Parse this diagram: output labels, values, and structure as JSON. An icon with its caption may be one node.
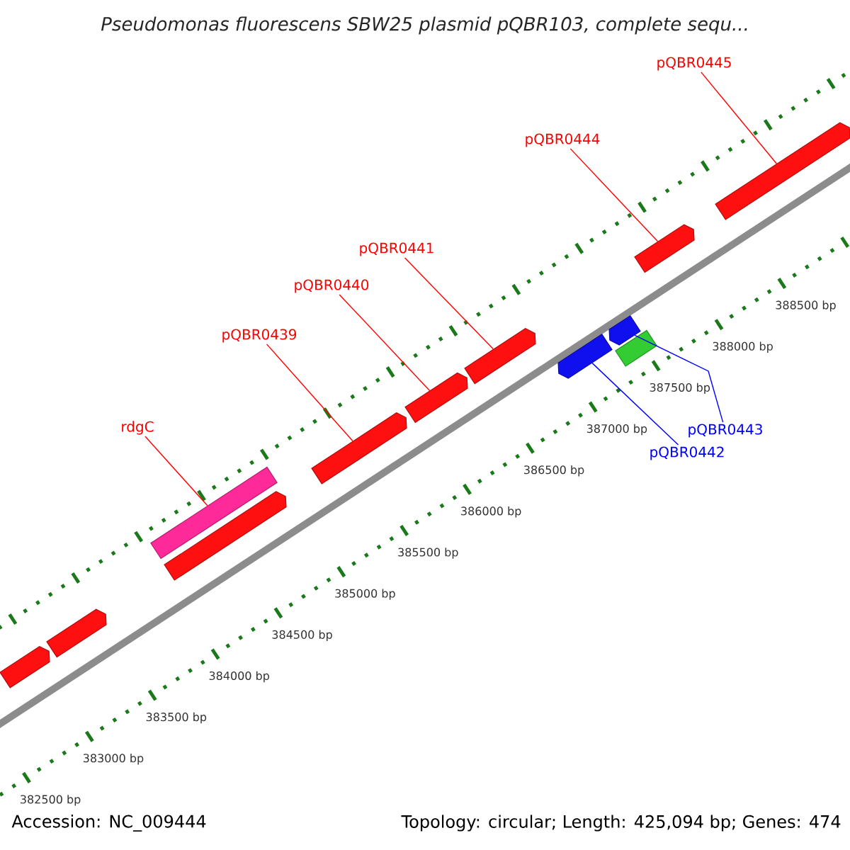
{
  "diagram": {
    "title": "Pseudomonas fluorescens SBW25 plasmid pQBR103, complete sequ...",
    "nodes": [
      {
        "text": [
          "pQBR0445"
        ]
      },
      {
        "text": [
          "pQBR0444"
        ]
      },
      {
        "text": [
          "pQBR0441"
        ]
      },
      {
        "text": [
          "pQBR0440"
        ]
      },
      {
        "text": [
          "pQBR0439"
        ]
      },
      {
        "text": [
          "pQBR0443"
        ]
      },
      {
        "text": [
          "rdgC"
        ]
      },
      {
        "text": [
          "pQBR0442"
        ]
      },
      {
        "text": [],
        "shape": "arrow"
      },
      {
        "text": [],
        "shape": "arrow"
      },
      {
        "text": [],
        "shape": "bar"
      },
      {
        "text": [],
        "shape": "arrow"
      },
      {
        "text": [],
        "shape": "arrow"
      },
      {
        "text": [],
        "shape": "arrow"
      },
      {
        "text": [],
        "shape": "arrow"
      },
      {
        "text": [],
        "shape": "arrow"
      },
      {
        "text": [],
        "shape": "arrow"
      },
      {
        "text": [],
        "shape": "bar"
      },
      {
        "text": [],
        "shape": "arrow"
      },
      {
        "text": [],
        "shape": "arrow"
      }
    ],
    "edges": [
      {
        "from": 0,
        "to": 19,
        "arrow": "none"
      },
      {
        "from": 1,
        "to": 18,
        "arrow": "none"
      },
      {
        "from": 2,
        "to": 14,
        "arrow": "none"
      },
      {
        "from": 3,
        "to": 13,
        "arrow": "none"
      },
      {
        "from": 4,
        "to": 12,
        "arrow": "none"
      },
      {
        "from": 5,
        "to": 16,
        "arrow": "none",
        "color": "#0000ff"
      },
      {
        "from": 6,
        "to": 10,
        "arrow": "none"
      },
      {
        "from": 7,
        "to": 15,
        "arrow": "none",
        "color": "#0000ff"
      }
    ],
    "labels": [
      "388500 bp",
      "388000 bp",
      "387500 bp",
      "387000 bp",
      "386500 bp",
      "386000 bp",
      "385500 bp",
      "385000 bp",
      "384500 bp",
      "384000 bp",
      "383500 bp",
      "383000 bp",
      "382500 bp",
      "Accession: NC_009444",
      "Topology: circular; Length: 425,094 bp; Genes: 474"
    ]
  }
}
